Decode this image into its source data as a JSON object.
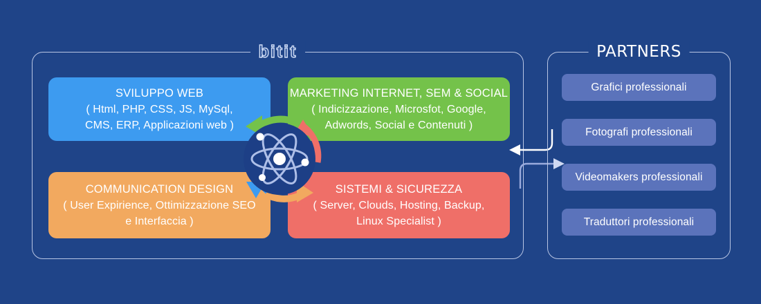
{
  "background_color": "#1f4488",
  "bitit_panel": {
    "title": "bitit",
    "border_color": "#b9c6e4",
    "services": [
      {
        "key": "sviluppo-web",
        "title": "SVILUPPO WEB",
        "subtitle_lines": [
          "( Html, PHP, CSS, JS, MySql,",
          "CMS, ERP, Applicazioni web )"
        ],
        "color": "#3d9bf0"
      },
      {
        "key": "marketing-internet",
        "title": "MARKETING INTERNET, SEM & SOCIAL",
        "subtitle_lines": [
          "( Indicizzazione, Microsfot, Google,",
          "Adwords, Social e Contenuti )"
        ],
        "color": "#74c24a"
      },
      {
        "key": "communication-design",
        "title": "COMMUNICATION DESIGN",
        "subtitle_lines": [
          "( User Expirience, Ottimizzazione SEO",
          "e Interfaccia )"
        ],
        "color": "#f2a95f"
      },
      {
        "key": "sistemi-sicurezza",
        "title": "SISTEMI & SICUREZZA",
        "subtitle_lines": [
          "( Server, Clouds, Hosting, Backup,",
          "Linux Specialist )"
        ],
        "color": "#ef6f68"
      }
    ],
    "center_icon": {
      "name": "atom-icon",
      "disc_color": "#1d3f86",
      "orbit_color": "#aebfe8",
      "cycle_arrows": [
        {
          "name": "cycle-arrow-green",
          "color": "#74c24a",
          "points_to": "sviluppo-web"
        },
        {
          "name": "cycle-arrow-red",
          "color": "#ef6f68",
          "points_to": "marketing-internet"
        },
        {
          "name": "cycle-arrow-orange",
          "color": "#f2a95f",
          "points_to": "sistemi-sicurezza"
        },
        {
          "name": "cycle-arrow-blue",
          "color": "#3d9bf0",
          "points_to": "communication-design"
        }
      ]
    }
  },
  "partners_panel": {
    "title": "PARTNERS",
    "border_color": "#b9c6e4",
    "pill_color": "#5b73bb",
    "items": [
      {
        "label": "Grafici professionali"
      },
      {
        "label": "Fotografi professionali"
      },
      {
        "label": "Videomakers professionali"
      },
      {
        "label": "Traduttori professionali"
      }
    ]
  },
  "connectors": [
    {
      "name": "connector-arrow-to-bitit",
      "direction": "left",
      "color": "#ffffff"
    },
    {
      "name": "connector-arrow-to-partners",
      "direction": "right",
      "color": "#9aabdd"
    }
  ]
}
